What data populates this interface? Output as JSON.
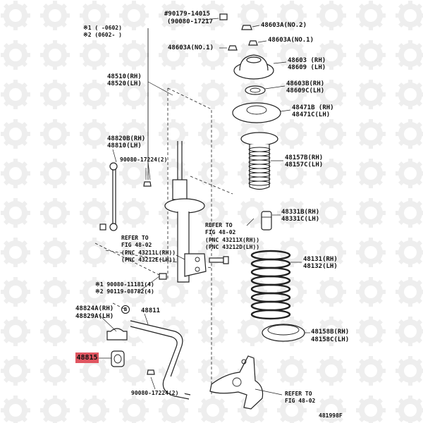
{
  "notes": {
    "n1_mark": "※1",
    "n1_text": "(     -0602)",
    "n2_mark": "※2",
    "n2_text": "(0602-    )"
  },
  "labels": {
    "bolt_top_1": "#90179-14015",
    "bolt_top_2": "(90080-17217",
    "nut_no2": "48603A(NO.2)",
    "nut_no1_right": "48603A(NO.1)",
    "nut_no1_left": "48603A(NO.1)",
    "mount_rh": "48603 (RH)",
    "mount_lh": "48609 (LH)",
    "bearing_rh": "48603B(RH)",
    "bearing_lh": "48609C(LH)",
    "seat_rh": "48471B (RH)",
    "seat_lh": "48471C(LH)",
    "strut_rh": "48510(RH)",
    "strut_lh": "48520(LH)",
    "boot_rh": "48157B(RH)",
    "boot_lh": "48157C(LH)",
    "link_rh": "48820B(RH)",
    "link_lh": "48810(LH)",
    "link_nut": "90080-17224(2)",
    "bump_rh": "48331B(RH)",
    "bump_lh": "48331C(LH)",
    "refer_right_1": "REFER TO",
    "refer_right_2": "FIG 48-02",
    "refer_right_3": "(PNC 43211X(RH))",
    "refer_right_4": "(PNC 43212D(LH))",
    "refer_left_1": "REFER TO",
    "refer_left_2": "FIG 48-02",
    "refer_left_3": "(PNC 43211L(RH))",
    "refer_left_4": "(PNC 43212E(LH))",
    "spring_rh": "48131(RH)",
    "spring_lh": "48132(LH)",
    "bolt_strut_1": "※1 90080-11181(4)",
    "bolt_strut_2": "※2 90119-08782(4)",
    "bracket_rh": "48824A(RH)",
    "bracket_lh": "48829A(LH)",
    "stabilizer": "48811",
    "insulator_rh": "48158B(RH)",
    "insulator_lh": "48158C(LH)",
    "bushing": "48815",
    "bottom_nut": "90080-17224(2)",
    "refer_bottom_1": "REFER TO",
    "refer_bottom_2": "FIG 48-02",
    "figure_id": "481998F",
    "callout_b": "B"
  },
  "highlight_color": "#e05560"
}
